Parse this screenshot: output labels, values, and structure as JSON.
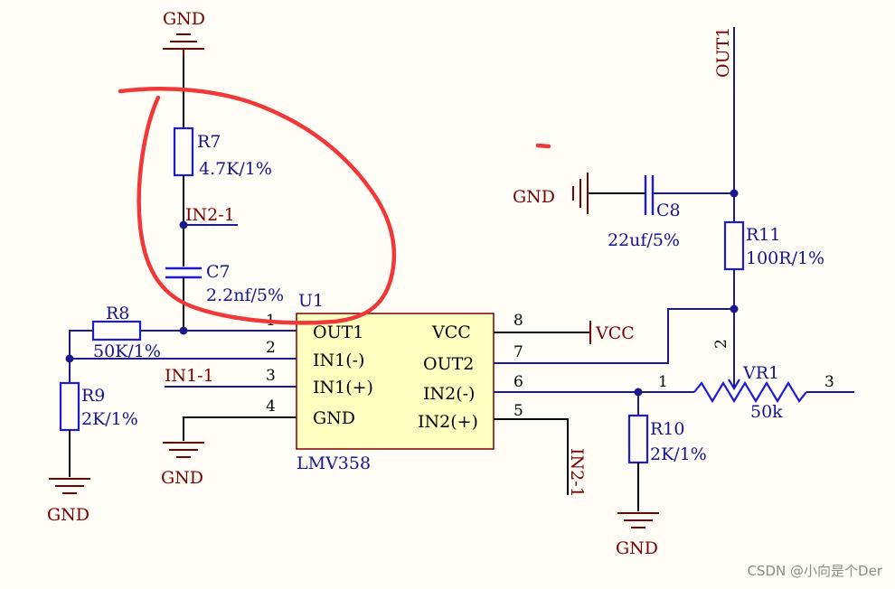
{
  "nets": {
    "gnd": "GND",
    "vcc": "VCC",
    "out1": "OUT1",
    "in2_1": "IN2-1",
    "in1_1": "IN1-1"
  },
  "chip": {
    "ref": "U1",
    "part": "LMV358",
    "pins": [
      {
        "num": "1",
        "name": "OUT1"
      },
      {
        "num": "2",
        "name": "IN1(-)"
      },
      {
        "num": "3",
        "name": "IN1(+)"
      },
      {
        "num": "4",
        "name": "GND"
      },
      {
        "num": "8",
        "name": "VCC"
      },
      {
        "num": "7",
        "name": "OUT2"
      },
      {
        "num": "6",
        "name": "IN2(-)"
      },
      {
        "num": "5",
        "name": "IN2(+)"
      }
    ]
  },
  "components": {
    "r7": {
      "ref": "R7",
      "value": "4.7K/1%"
    },
    "c7": {
      "ref": "C7",
      "value": "2.2nf/5%"
    },
    "r8": {
      "ref": "R8",
      "value": "50K/1%"
    },
    "r9": {
      "ref": "R9",
      "value": "2K/1%"
    },
    "c8": {
      "ref": "C8",
      "value": "22uf/5%"
    },
    "r11": {
      "ref": "R11",
      "value": "100R/1%"
    },
    "r10": {
      "ref": "R10",
      "value": "2K/1%"
    },
    "vr1": {
      "ref": "VR1",
      "value": "50k",
      "pins": [
        "1",
        "2",
        "3"
      ]
    }
  },
  "watermark": "CSDN @小向是个Der",
  "colors": {
    "wire": "#1a1a8c",
    "component": "#1b1bd6",
    "net_label": "#7a0000",
    "ic_fill": "#ffffc0",
    "annotation": "#f03838"
  }
}
